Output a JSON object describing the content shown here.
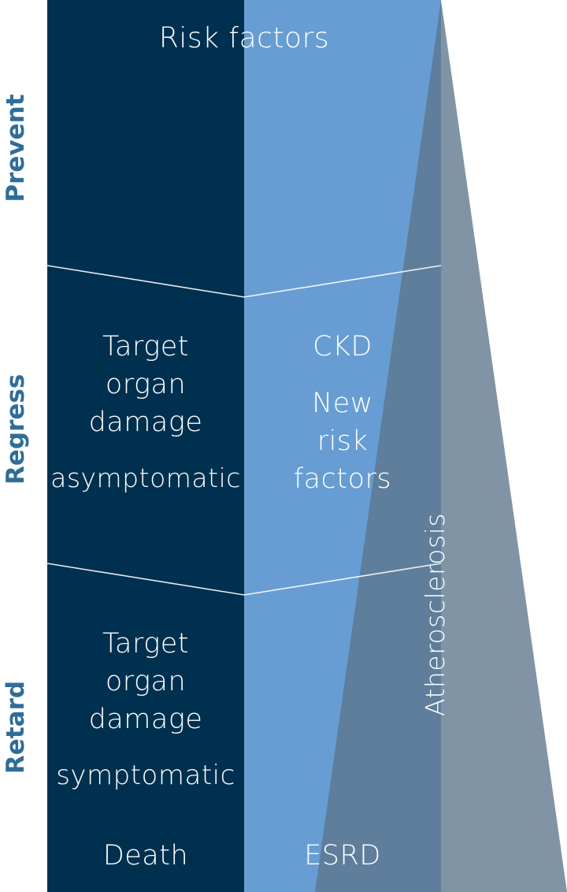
{
  "side_labels": {
    "prevent": "Prevent",
    "regress": "Regress",
    "retard": "Retard"
  },
  "top": {
    "risk_factors": "Risk factors"
  },
  "regress_section": {
    "left_line1": "Target",
    "left_line2": "organ",
    "left_line3": "damage",
    "left_line4": "asymptomatic",
    "right_line1": "CKD",
    "right_line2": "New",
    "right_line3": "risk",
    "right_line4": "factors"
  },
  "retard_section": {
    "left_line1": "Target",
    "left_line2": "organ",
    "left_line3": "damage",
    "left_line4": "symptomatic"
  },
  "bottom": {
    "death": "Death",
    "esrd": "ESRD"
  },
  "atherosclerosis": "Atherosclerosis",
  "colors": {
    "dark_column": "#00304f",
    "light_column": "#679dd3",
    "wedge": "#5f7d92",
    "side_label": "#2f6d99",
    "text": "#ffffff"
  }
}
